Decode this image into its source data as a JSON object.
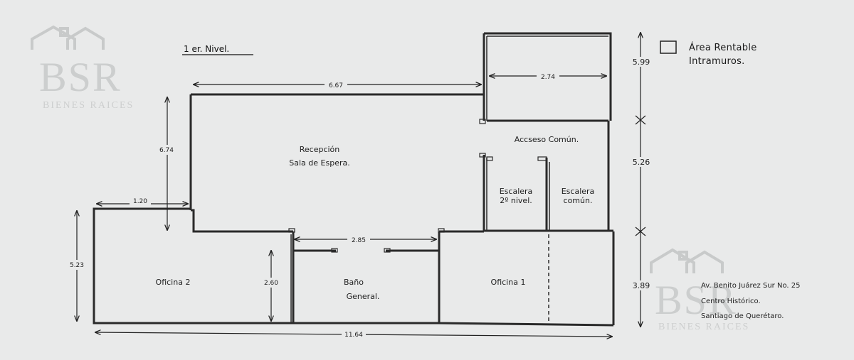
{
  "plan": {
    "level_title": "1 er.  Nivel.",
    "legend_line1": "Área Rentable",
    "legend_line2": "Intramuros.",
    "rooms": {
      "reception": "Recepción",
      "waiting": "Sala de Espera.",
      "common_access": "Accseso Común.",
      "stair2_line1": "Escalera",
      "stair2_line2": "2º nivel.",
      "stairc_line1": "Escalera",
      "stairc_line2": "común.",
      "office2": "Oficina  2",
      "bath_line1": "Baño",
      "bath_line2": "General.",
      "office1": "Oficina  1"
    },
    "dimensions": {
      "top_width": "6.67",
      "box_width": "2.74",
      "reception_height": "6.74",
      "office2_step": "1.20",
      "left_height": "5.23",
      "corridor_width": "2.85",
      "bath_height": "2.60",
      "total_width": "11.64",
      "right_top": "5.99",
      "right_mid": "5.26",
      "right_bottom": "3.89"
    },
    "address": {
      "line1": "Av. Benito Juárez Sur No. 25",
      "line2": "Centro Histórico.",
      "line3": "Santiago de Querétaro."
    },
    "watermark": {
      "brand": "BSR",
      "tagline": "BIENES RAICES"
    }
  }
}
